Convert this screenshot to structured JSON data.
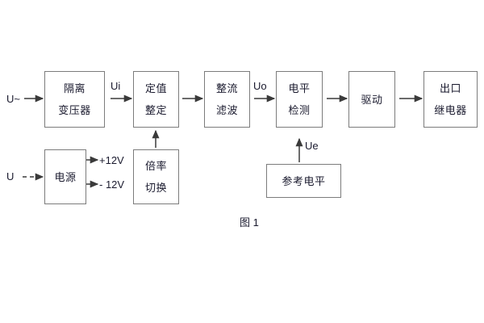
{
  "figure": {
    "caption": "图 1",
    "border_color": "#7c7c7c",
    "line_color": "#3a3a3a",
    "text_color": "#1a1a2e",
    "background": "#ffffff"
  },
  "blocks": {
    "isolation_transformer": {
      "line1": "隔离",
      "line2": "变压器"
    },
    "setting_value": {
      "line1": "定值",
      "line2": "整定"
    },
    "rectify_filter": {
      "line1": "整流",
      "line2": "滤波"
    },
    "level_detect": {
      "line1": "电平",
      "line2": "检测"
    },
    "drive": {
      "line1": "驱动"
    },
    "output_relay": {
      "line1": "出口",
      "line2": "继电器"
    },
    "power_supply": {
      "line1": "电源"
    },
    "multiplier_switch": {
      "line1": "倍率",
      "line2": "切换"
    },
    "reference_level": {
      "line1": "参考电平"
    }
  },
  "labels": {
    "input_ac": "U~",
    "input_dc": "U",
    "signal_ui": "Ui",
    "signal_uo": "Uo",
    "signal_ue": "Ue",
    "supply_pos": "+12V",
    "supply_neg": "- 12V"
  }
}
